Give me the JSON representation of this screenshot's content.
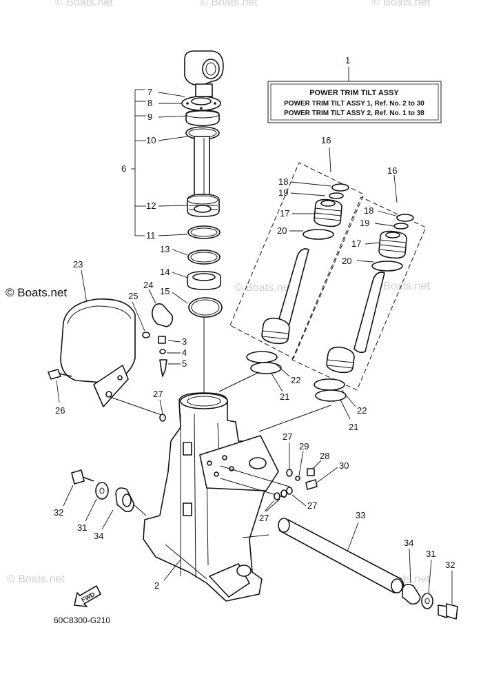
{
  "watermarks": {
    "boats_net": "© Boats.net",
    "boats_net_corner": "© Boats.net"
  },
  "assembly_box": {
    "ref": "1",
    "title": "POWER TRIM TILT ASSY",
    "line1": "POWER TRIM TILT ASSY 1,  Ref. No. 2 to 30",
    "line2": "POWER TRIM TILT ASSY 2,  Ref. No. 1 to 38"
  },
  "diagram_code": "60C8300-G210",
  "fwd_label": "FWD",
  "callouts": {
    "c2": "2",
    "c3": "3",
    "c4": "4",
    "c5": "5",
    "c6": "6",
    "c7": "7",
    "c8": "8",
    "c9": "9",
    "c10": "10",
    "c11": "11",
    "c12": "12",
    "c13": "13",
    "c14": "14",
    "c15": "15",
    "c16a": "16",
    "c16b": "16",
    "c17a": "17",
    "c17b": "17",
    "c18a": "18",
    "c18b": "18",
    "c19a": "19",
    "c19b": "19",
    "c20a": "20",
    "c20b": "20",
    "c21a": "21",
    "c21b": "21",
    "c22a": "22",
    "c22b": "22",
    "c23": "23",
    "c24": "24",
    "c25": "25",
    "c26": "26",
    "c27a": "27",
    "c27b": "27",
    "c27c": "27",
    "c27d": "27",
    "c28": "28",
    "c29": "29",
    "c30": "30",
    "c31a": "31",
    "c31b": "31",
    "c32a": "32",
    "c32b": "32",
    "c33": "33",
    "c34a": "34",
    "c34b": "34"
  }
}
